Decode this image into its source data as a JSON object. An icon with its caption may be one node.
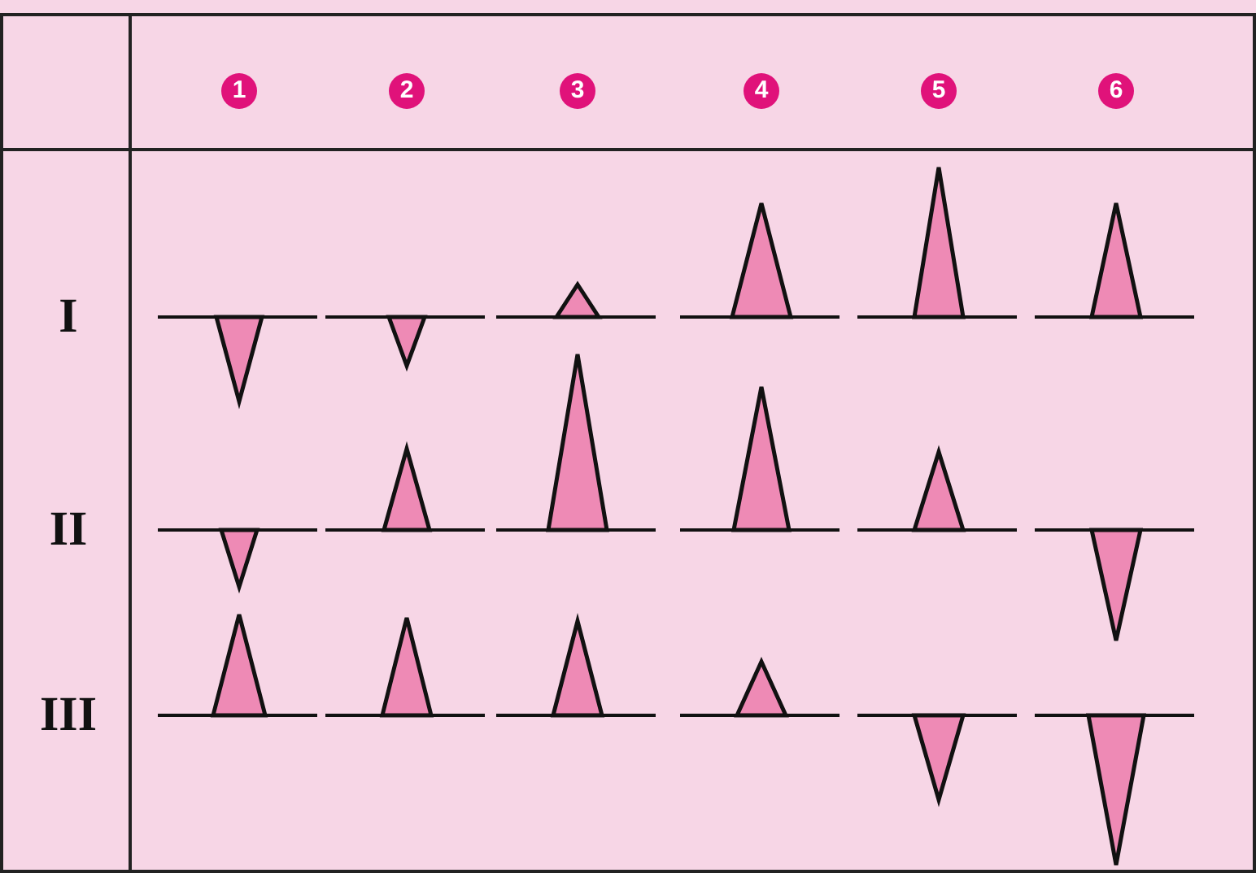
{
  "diagram": {
    "labels": [
      "1",
      "2",
      "3",
      "4",
      "5",
      "6",
      "I",
      "II",
      "III"
    ]
  }
}
